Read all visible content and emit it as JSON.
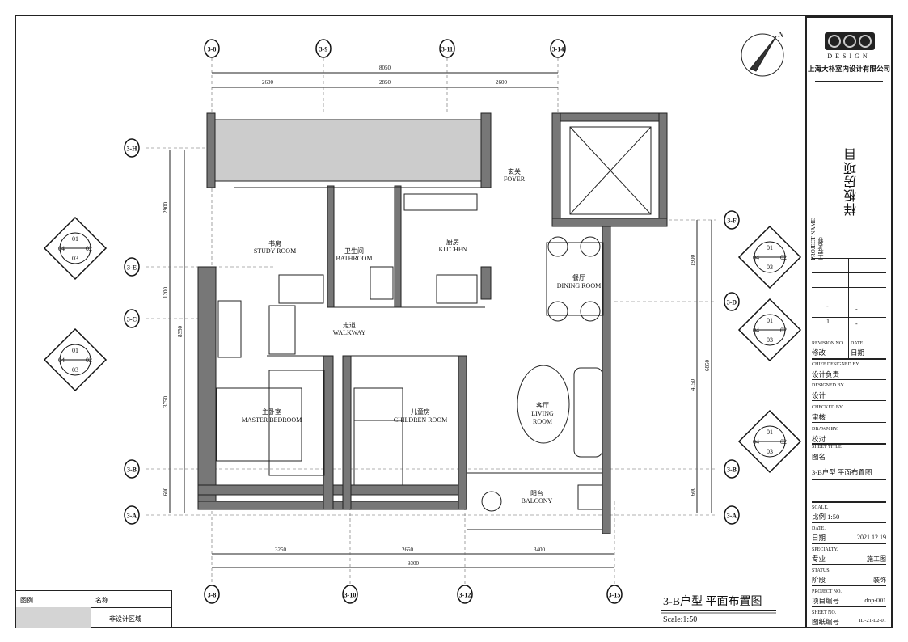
{
  "drawing": {
    "title": "3-B户型 平面布置图",
    "scale": "Scale:1:50",
    "north": "N",
    "grid_top": [
      "3-8",
      "3-9",
      "3-11",
      "3-14"
    ],
    "grid_bottom": [
      "3-8",
      "3-10",
      "3-12",
      "3-15"
    ],
    "grid_left": [
      "3-H",
      "3-E",
      "3-C",
      "3-B",
      "3-A"
    ],
    "grid_right": [
      "3-F",
      "3-D",
      "3-B",
      "3-A"
    ],
    "dims_top": {
      "total": "8050",
      "segments": [
        "2600",
        "2850",
        "2600"
      ]
    },
    "dims_bottom": {
      "total": "9300",
      "segments": [
        "3250",
        "2650",
        "3400"
      ]
    },
    "dims_left": {
      "segments": [
        "2900",
        "1200",
        "3750",
        "600"
      ],
      "total": "8350"
    },
    "dims_right": {
      "segments": [
        "1900",
        "4150",
        "600"
      ],
      "total": "6850"
    },
    "index_marks": [
      "01",
      "02",
      "03",
      "04"
    ],
    "rooms": {
      "foyer": {
        "cn": "玄关",
        "en": "FOYER"
      },
      "study": {
        "cn": "书房",
        "en": "STUDY ROOM"
      },
      "bathroom": {
        "cn": "卫生间",
        "en": "BATHROOM"
      },
      "kitchen": {
        "cn": "厨房",
        "en": "KITCHEN"
      },
      "dining": {
        "cn": "餐厅",
        "en": "DINING ROOM"
      },
      "walkway": {
        "cn": "走道",
        "en": "WALKWAY"
      },
      "master": {
        "cn": "主卧室",
        "en": "MASTER BEDROOM"
      },
      "children": {
        "cn": "儿童房",
        "en": "CHILDREN ROOM"
      },
      "living": {
        "cn": "客厅",
        "en": "LIVING ROOM"
      },
      "balcony": {
        "cn": "阳台",
        "en": "BALCONY"
      }
    }
  },
  "legend": {
    "col1": "图例",
    "col2": "名称",
    "row1": "非设计区域"
  },
  "title_block": {
    "logo_text": "DESIGN",
    "company": "上海大朴室内设计有限公司",
    "project": "样板房项目",
    "project_name_en": "PROJECT NAME",
    "project_name_cn": "工程名称",
    "rev_marks": [
      "-",
      "1"
    ],
    "rev_dates": [
      "-",
      "-"
    ],
    "revision_en": "REVISION NO",
    "revision_cn": "修改",
    "date_en": "DATE",
    "date_cn": "日期",
    "chief_en": "CHIEF DESIGNED BY.",
    "chief_cn": "设计负责",
    "designed_en": "DESIGNED BY.",
    "designed_cn": "设计",
    "checked_en": "CHECKED BY.",
    "checked_cn": "审核",
    "drawn_en": "DRAWN BY.",
    "drawn_cn": "校对",
    "sheet_title_en": "SHEET TITLE",
    "sheet_title_cn": "图名",
    "sheet_title": "3-B户型 平面布置图",
    "scale_en": "SCALE.",
    "scale_cn": "比例 1:50",
    "date2_en": "DATE.",
    "date2_cn": "日期",
    "date2": "2021.12.19",
    "specialty_en": "SPECIALTY.",
    "specialty_cn": "专业",
    "specialty": "施工图",
    "status_en": "STATUS.",
    "status_cn": "阶段",
    "status": "装饰",
    "projno_en": "PROJECT NO.",
    "projno_cn": "项目编号",
    "projno": "dop-001",
    "sheetno_en": "SHEET NO.",
    "sheetno_cn": "图纸编号",
    "sheetno": "ID-21-L2-01"
  }
}
